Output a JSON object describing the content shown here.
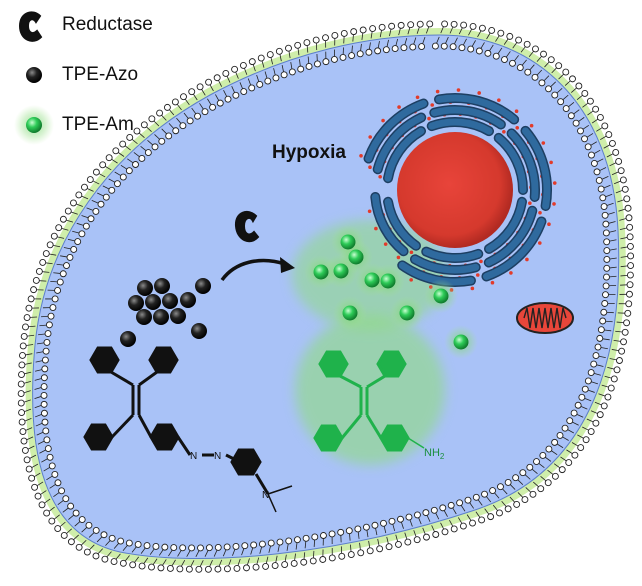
{
  "legend": {
    "items": [
      {
        "label": "Reductase",
        "icon": "reductase-c-icon"
      },
      {
        "label": "TPE-Azo",
        "icon": "black-sphere-icon"
      },
      {
        "label": "TPE-Am",
        "icon": "green-glowing-sphere-icon"
      }
    ]
  },
  "cell": {
    "condition_label": "Hypoxia"
  },
  "molecules": {
    "amine_label": "NH",
    "amine_subscript": "2"
  },
  "colors": {
    "cytoplasm": "#a9c2f7",
    "membrane_glow": "#bfe88d",
    "nucleus": "#d9382b",
    "er": "#2c5c8a",
    "ribosome": "#e23b2a",
    "mitochondrion": "#e8463a",
    "tpe_azo": "#111111",
    "tpe_am": "#23b24b",
    "glow": "#7cd37d"
  }
}
